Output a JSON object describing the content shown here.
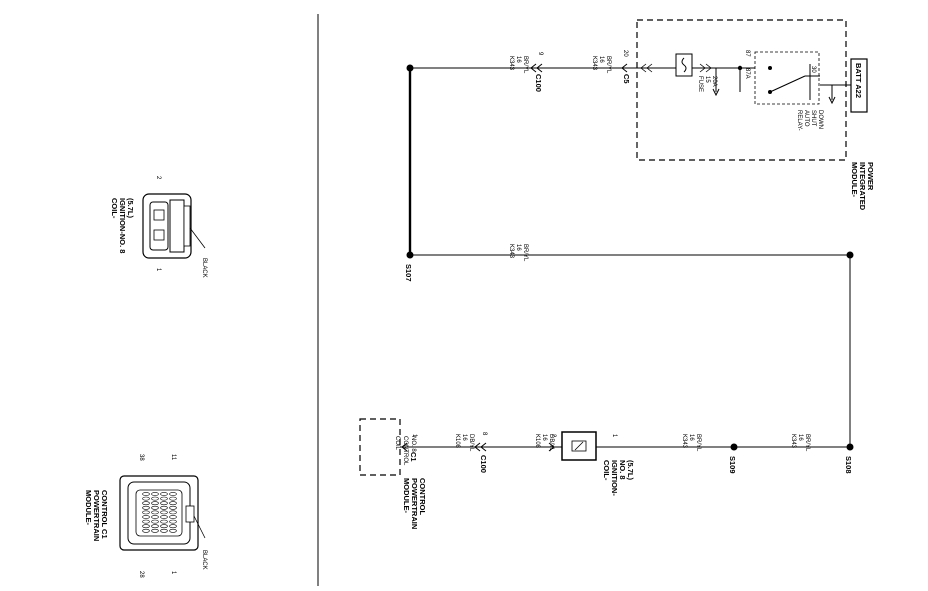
{
  "components": {
    "batt": "BATT A22",
    "module_ip": [
      "MODULE-",
      "INTEGRATED",
      "POWER"
    ],
    "relay": [
      "RELAY-",
      "AUTO",
      "SHUT",
      "DOWN"
    ],
    "relay_pin_87": "87",
    "relay_pin_87a": "87A",
    "relay_pin_30": "30",
    "fuse": [
      "FUSE",
      "15",
      "20A"
    ],
    "fuse_cavity": "20",
    "coil": [
      "COIL-",
      "IGNITION-",
      "NO. 8",
      "(5.7L)"
    ],
    "pcm": [
      "MODULE-",
      "POWERTRAIN",
      "CONTROL"
    ],
    "pcm_function": [
      "COIL",
      "CONTROL",
      "NO. 8"
    ]
  },
  "connectors": {
    "c5": "C5",
    "c100_top": "C100",
    "c100_top_pin": "9",
    "c100_bottom": "C100",
    "c100_bottom_pin": "8",
    "c1": "C1",
    "c1_pin": "1",
    "coil_pin_2": "2",
    "coil_pin_1": "1"
  },
  "splices": {
    "s107": "S107",
    "s108": "S108",
    "s109": "S109"
  },
  "wires": {
    "k343": [
      "K343",
      "16",
      "BR/YL"
    ],
    "k343_short": [
      "K343",
      "16",
      "BR/YL"
    ],
    "k343_s107": [
      "K343",
      "16",
      "BR/YL"
    ],
    "k343_s108": [
      "K343",
      "16",
      "BR/YL"
    ],
    "k343_s109": [
      "K343",
      "16",
      "BR/YL"
    ],
    "k343_c100": [
      "K343",
      "16",
      "BR/YL"
    ],
    "k108_a": [
      "K108",
      "16",
      "DB/YL"
    ],
    "k108_b": [
      "K108",
      "16",
      "DB/YL"
    ]
  },
  "connector_views": {
    "coil": [
      "COIL-",
      "IGNITION-NO. 8",
      "(5.7L)"
    ],
    "coil_color": "BLACK",
    "coil_pin_2": "2",
    "coil_pin_1": "1",
    "pcm": [
      "MODULE-",
      "POWERTRAIN",
      "CONTROL C1"
    ],
    "pcm_color": "BLACK",
    "pcm_pins": [
      "38",
      "11",
      "1",
      "28"
    ]
  }
}
